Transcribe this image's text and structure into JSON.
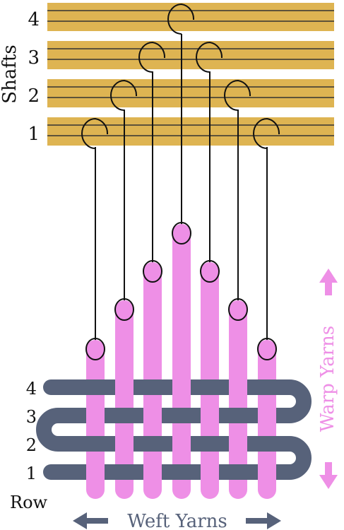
{
  "labels": {
    "shafts": "Shafts",
    "row": "Row",
    "warp_yarns": "Warp Yarns",
    "weft_yarns": "Weft Yarns"
  },
  "shaft_numbers": [
    "1",
    "2",
    "3",
    "4"
  ],
  "row_numbers": [
    "1",
    "2",
    "3",
    "4"
  ],
  "colors": {
    "shaft": "#deb452",
    "warp": "#ee8fe6",
    "weft": "#57627a",
    "heddle": "#111111"
  }
}
